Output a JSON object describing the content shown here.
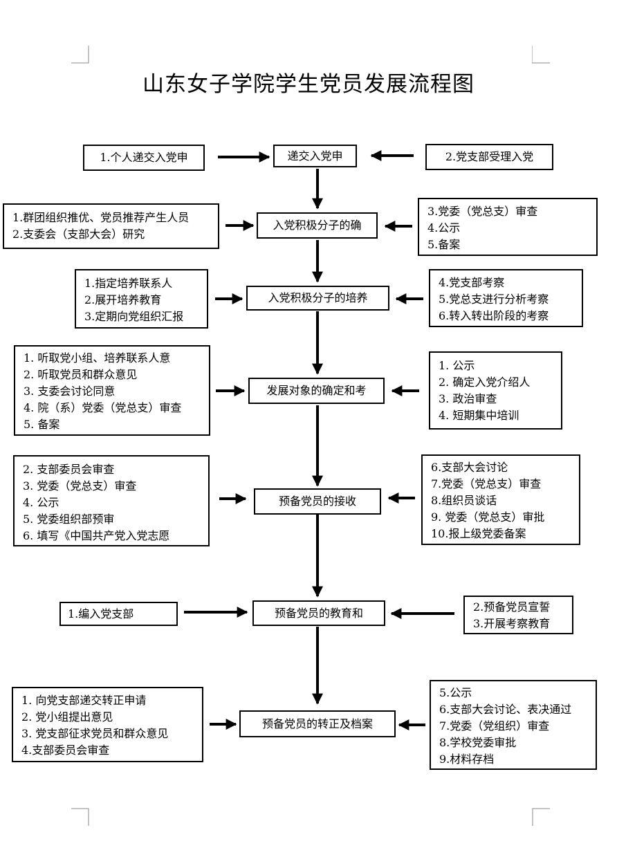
{
  "title": "山东女子学院学生党员发展流程图",
  "steps": [
    {
      "center": "递交入党申",
      "left": [
        "1.个人递交入党申"
      ],
      "right": [
        "2.党支部受理入党"
      ]
    },
    {
      "center": "入党积极分子的确",
      "left": [
        "1.群团组织推优、党员推荐产生人员",
        "2.支委会（支部大会）研究"
      ],
      "right": [
        "3.党委（党总支）审查",
        "4.公示",
        "5.备案"
      ]
    },
    {
      "center": "入党积极分子的培养",
      "left": [
        "1.指定培养联系人",
        "2.展开培养教育",
        "3.定期向党组织汇报"
      ],
      "right": [
        "4.党支部考察",
        "5.党总支进行分析考察",
        "6.转入转出阶段的考察"
      ]
    },
    {
      "center": "发展对象的确定和考",
      "left": [
        "1. 听取党小组、培养联系人意",
        "2. 听取党员和群众意见",
        "3. 支委会讨论同意",
        "4. 院（系）党委（党总支）审查",
        "5. 备案"
      ],
      "right": [
        "1. 公示",
        "2. 确定入党介绍人",
        "3. 政治审查",
        "4. 短期集中培训"
      ]
    },
    {
      "center": "预备党员的接收",
      "left": [
        "2. 支部委员会审查",
        "3. 党委（党总支）审查",
        "4. 公示",
        "5. 党委组织部预审",
        "6. 填写《中国共产党入党志愿"
      ],
      "right": [
        "6.支部大会讨论",
        "7.党委（党总支）审查",
        "8.组织员谈话",
        "9.  党委（党总支）审批",
        "10.报上级党委备案"
      ]
    },
    {
      "center": "预备党员的教育和",
      "left": [
        "1.编入党支部"
      ],
      "right": [
        "2.预备党员宣誓",
        "3.开展考察教育"
      ]
    },
    {
      "center": "预备党员的转正及档案",
      "left": [
        "1. 向党支部递交转正申请",
        "2. 党小组提出意见",
        "3. 党支部征求党员和群众意见",
        "4.支部委员会审查"
      ],
      "right": [
        "5.公示",
        "6.支部大会讨论、表决通过",
        "7.党委（党组织）审查",
        "8.学校党委审批",
        "9.材料存档"
      ]
    }
  ]
}
